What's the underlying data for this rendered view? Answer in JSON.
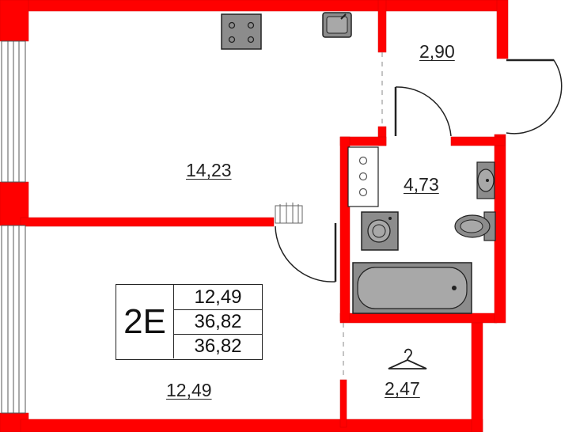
{
  "plan": {
    "wall_color": "#ff0000",
    "fixture_color": "#8c8c8c",
    "rooms": {
      "hall": "2,90",
      "main_room": "14,23",
      "bathroom": "4,73",
      "second_room": "12,49",
      "wardrobe": "2,47"
    },
    "apartment_badge": {
      "code": "2E",
      "values": [
        "12,49",
        "36,82",
        "36,82"
      ]
    }
  }
}
